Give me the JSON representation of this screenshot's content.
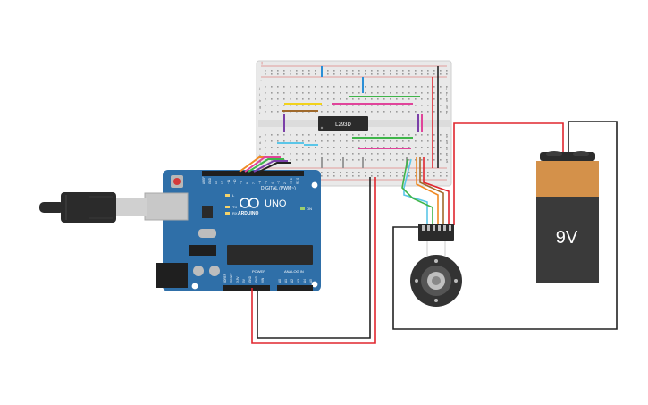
{
  "breadboard": {
    "chip_label": "L293D",
    "row_letters_top": [
      "j",
      "i",
      "h",
      "g",
      "f"
    ],
    "row_letters_bottom": [
      "e",
      "d",
      "c",
      "b",
      "a"
    ],
    "rail_plus": "+",
    "rail_minus": "-"
  },
  "arduino": {
    "brand": "ARDUINO",
    "model": "UNO",
    "digital_label": "DIGITAL (PWM~)",
    "analog_label": "ANALOG IN",
    "power_label": "POWER",
    "on_label": "ON",
    "tx_label": "TX",
    "rx_label": "RX",
    "l_label": "L",
    "digital_pins": [
      "AREF",
      "GND",
      "13",
      "12",
      "~11",
      "~10",
      "~9",
      "8",
      "7",
      "~6",
      "~5",
      "4",
      "~3",
      "2",
      "TX 1",
      "RX 0"
    ],
    "power_pins": [
      "IOREF",
      "RESET",
      "3.3V",
      "5V",
      "GND",
      "GND",
      "VIN"
    ],
    "analog_pins": [
      "A0",
      "A1",
      "A2",
      "A3",
      "A4",
      "A5"
    ]
  },
  "battery": {
    "label": "9V",
    "colors": {
      "top": "#d4914a",
      "body": "#3a3a3a",
      "terminal": "#2c2c2c"
    }
  },
  "colors": {
    "wire_red": "#e0262e",
    "wire_black": "#222222",
    "wire_orange": "#f08a24",
    "wire_green": "#3fb54a",
    "wire_purple": "#7b3fa8",
    "wire_blue": "#2a8fd6",
    "wire_yellow": "#f2d21c",
    "wire_pink": "#e0449a",
    "wire_cyan": "#5bc6e8",
    "wire_brown": "#a06a2c",
    "wire_grey": "#9a9a9a",
    "board_blue": "#2f6fa8",
    "breadboard": "#e9e9e9"
  },
  "icons": [
    "usb-cable-icon",
    "motor-encoder-icon",
    "battery-icon",
    "infinity-logo-icon"
  ]
}
